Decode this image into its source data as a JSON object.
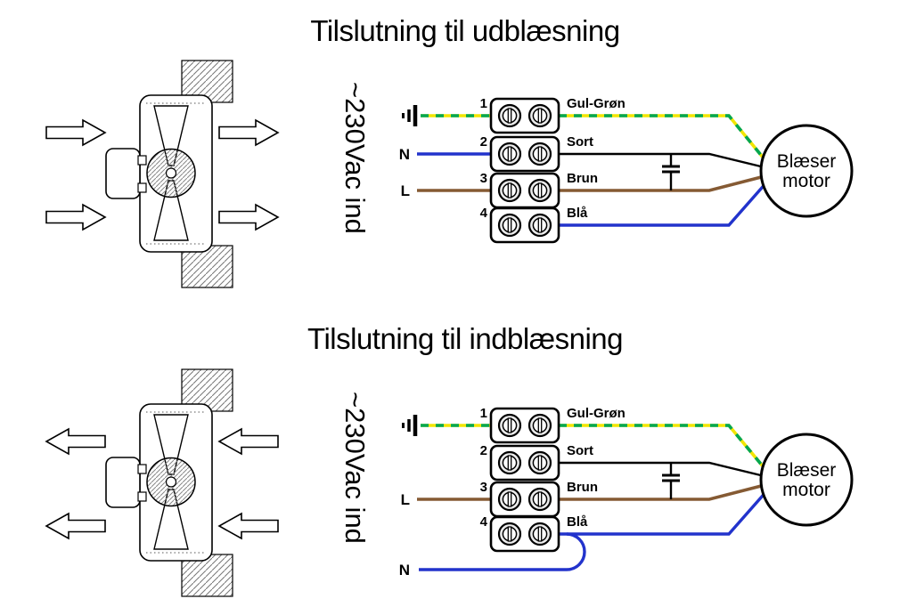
{
  "page": {
    "background": "#ffffff"
  },
  "colors": {
    "yellow": "#f2e500",
    "green": "#00a651",
    "blue": "#2233cc",
    "brown": "#855a33",
    "black": "#000000"
  },
  "icons": {
    "earth-ground-icon": "three-bar ground symbol (rotated)",
    "capacitor-icon": "parallel plate capacitor between Sort and Brun wires",
    "airflow-arrow-icon": "hollow outlined airflow arrow"
  },
  "sections": [
    {
      "title": "Tilslutning til udblæsning",
      "voltage": "~230Vac ind",
      "motor": {
        "line1": "Blæser",
        "line2": "motor"
      },
      "rows": [
        {
          "num": "1",
          "left": "",
          "label": "Gul-Grøn",
          "wire_color": "green-yellow"
        },
        {
          "num": "2",
          "left": "N",
          "label": "Sort",
          "wire_color": "black"
        },
        {
          "num": "3",
          "left": "L",
          "label": "Brun",
          "wire_color": "brown"
        },
        {
          "num": "4",
          "left": "",
          "label": "Blå",
          "wire_color": "blue"
        }
      ]
    },
    {
      "title": "Tilslutning til indblæsning",
      "voltage": "~230Vac ind",
      "motor": {
        "line1": "Blæser",
        "line2": "motor"
      },
      "neutral_label": "N",
      "rows": [
        {
          "num": "1",
          "left": "",
          "label": "Gul-Grøn",
          "wire_color": "green-yellow"
        },
        {
          "num": "2",
          "left": "",
          "label": "Sort",
          "wire_color": "black"
        },
        {
          "num": "3",
          "left": "L",
          "label": "Brun",
          "wire_color": "brown"
        },
        {
          "num": "4",
          "left": "",
          "label": "Blå",
          "wire_color": "blue"
        }
      ]
    }
  ]
}
